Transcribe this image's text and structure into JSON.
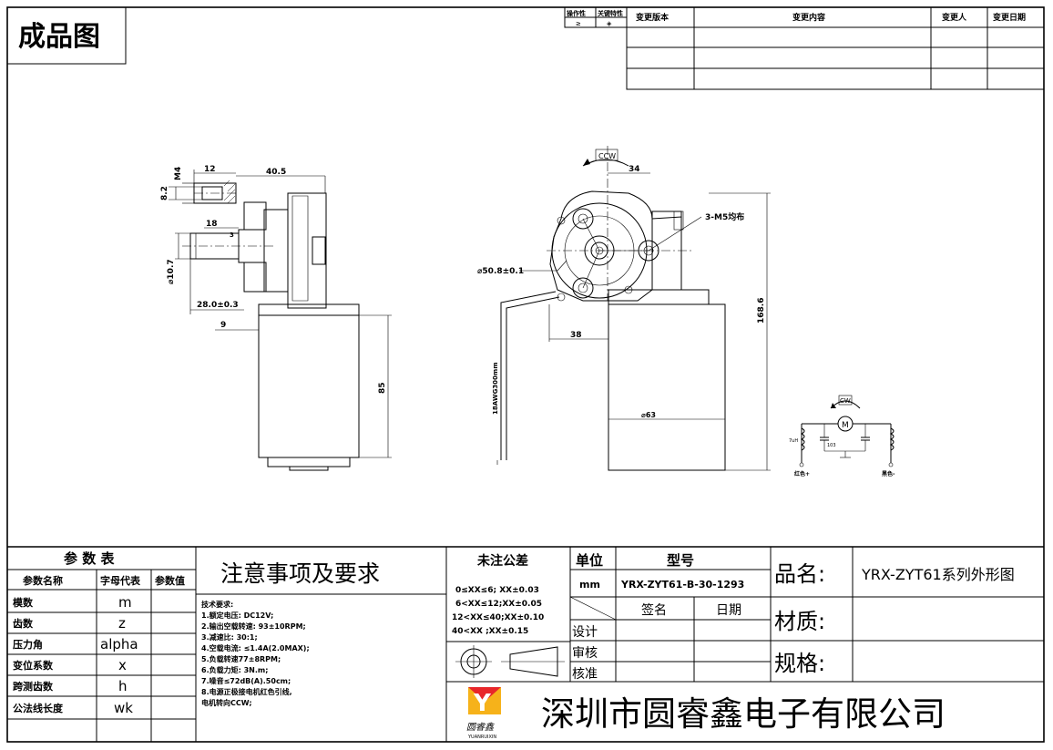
{
  "drawing_title": "成品图",
  "revision_block": {
    "symbols": [
      "操作性",
      "关键特性"
    ],
    "symbol_marks": [
      "≥",
      "◈"
    ],
    "columns": [
      "变更版本",
      "变更内容",
      "变更人",
      "变更日期"
    ]
  },
  "side_view": {
    "dim_12": "12",
    "dim_40_5": "40.5",
    "dim_m4": "M4",
    "dim_8_2": "8.2",
    "dim_18": "18",
    "dim_3": "3",
    "dim_phi10_7": "⌀10.7",
    "dim_28": "28.0±0.3",
    "dim_9": "9",
    "dim_85": "85"
  },
  "front_view": {
    "rotation": "CCW",
    "dim_34": "34",
    "holes": "3-M5均布",
    "dim_pcd": "⌀50.8±0.1",
    "dim_38": "38",
    "dim_168_6": "168.6",
    "wire": "18AWG300mm",
    "dim_phi63": "⌀63"
  },
  "schematic": {
    "rotation": "CW",
    "motor": "M",
    "cap": "103",
    "choke": "7uH",
    "red": "红色+",
    "black": "黑色-"
  },
  "param_table": {
    "title": "参 数 表",
    "headers": [
      "参数名称",
      "字母代表",
      "参数值"
    ],
    "rows": [
      {
        "name": "模数",
        "symbol": "m",
        "value": ""
      },
      {
        "name": "齿数",
        "symbol": "z",
        "value": ""
      },
      {
        "name": "压力角",
        "symbol": "alpha",
        "value": ""
      },
      {
        "name": "变位系数",
        "symbol": "x",
        "value": ""
      },
      {
        "name": "跨测齿数",
        "symbol": "h",
        "value": ""
      },
      {
        "name": "公法线长度",
        "symbol": "wk",
        "value": ""
      }
    ]
  },
  "notes": {
    "title": "注意事项及要求",
    "subtitle": "技术要求:",
    "lines": [
      "1.额定电压: DC12V;",
      "2.输出空载转速: 93±10RPM;",
      "3.减速比: 30:1;",
      "4.空载电流: ≤1.4A(2.0MAX);",
      "5.负载转速77±8RPM;",
      "6.负载力矩: 3N.m;",
      "7.噪音≤72dB(A).50cm;",
      "8.电源正极接电机红色引线,",
      "  电机转向CCW;"
    ]
  },
  "tolerance": {
    "title": "未注公差",
    "lines": [
      "0≤XX≤6; XX±0.03",
      "6<XX≤12;XX±0.05",
      "12<XX≤40;XX±0.10",
      "40<XX    ;XX±0.15"
    ]
  },
  "title_block": {
    "unit_label": "单位",
    "unit_value": "mm",
    "model_label": "型号",
    "model_value": "YRX-ZYT61-B-30-1293",
    "sign_label": "签名",
    "date_label": "日期",
    "design": "设计",
    "review": "审核",
    "approve": "核准",
    "name_label": "品名:",
    "name_value": "YRX-ZYT61系列外形图",
    "material_label": "材质:",
    "spec_label": "规格:",
    "logo_mark": "Y",
    "logo_text": "圆睿鑫",
    "logo_pinyin": "YUANRUIXIN",
    "company": "深圳市圆睿鑫电子有限公司"
  }
}
